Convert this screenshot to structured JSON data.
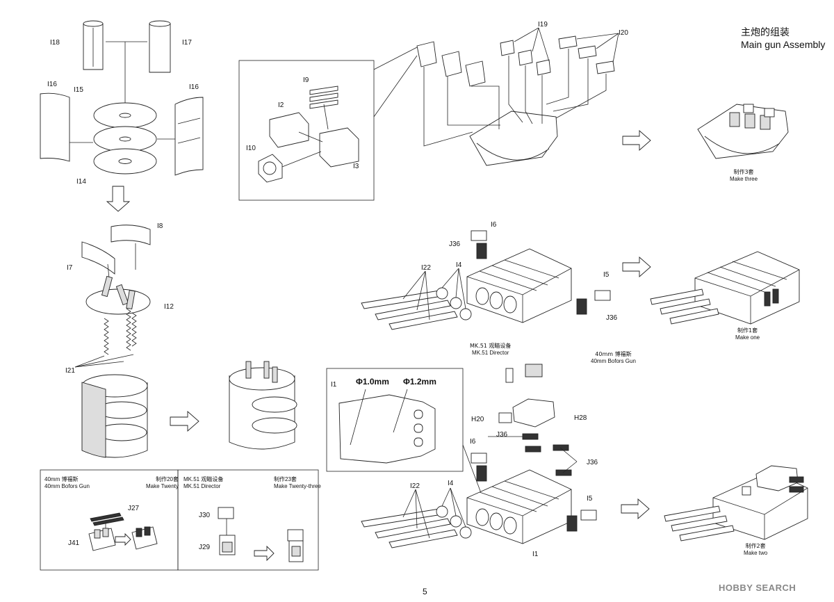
{
  "title": {
    "cn": "主炮的组装",
    "en": "Main gun Assembly"
  },
  "page_number": "5",
  "watermark": {
    "brand": "HOBBY",
    "suffix": "SEARCH"
  },
  "parts": {
    "i18": "I18",
    "i17": "I17",
    "i16a": "I16",
    "i16b": "I16",
    "i15": "I15",
    "i14": "I14",
    "i8": "I8",
    "i7": "I7",
    "i12": "I12",
    "i21": "I21",
    "i9": "I9",
    "i2": "I2",
    "i10": "I10",
    "i3": "I3",
    "i19": "I19",
    "i20": "I20",
    "i6a": "I6",
    "j36a": "J36",
    "i22a": "I22",
    "i4a": "I4",
    "i5a": "I5",
    "j36b": "J36",
    "i1a": "I1",
    "h20": "H20",
    "h28": "H28",
    "i6b": "I6",
    "j36c": "J36",
    "j36d": "J36",
    "i22b": "I22",
    "i4b": "I4",
    "i5b": "I5",
    "i1b": "I1",
    "j27": "J27",
    "j41": "J41",
    "j30": "J30",
    "j29": "J29"
  },
  "notes": {
    "make_three": {
      "cn": "制作3套",
      "en": "Make three"
    },
    "make_one": {
      "cn": "制作1套",
      "en": "Make one"
    },
    "make_two": {
      "cn": "制作2套",
      "en": "Make two"
    },
    "director": {
      "cn": "MK.51 观瞄设备",
      "en": "MK.51 Director"
    },
    "bofors": {
      "cn": "40mm 博福斯",
      "en": "40mm Bofors Gun"
    }
  },
  "drill": {
    "d1": "Φ1.0mm",
    "d2": "Φ1.2mm"
  },
  "sub_bofors": {
    "cn": "40mm 博福斯",
    "en": "40mm Bofors Gun",
    "qty_cn": "制作20套",
    "qty_en": "Make Twenty"
  },
  "sub_director": {
    "cn": "MK.51 观瞄设备",
    "en": "MK.51 Director",
    "qty_cn": "制作23套",
    "qty_en": "Make Twenty-three"
  }
}
